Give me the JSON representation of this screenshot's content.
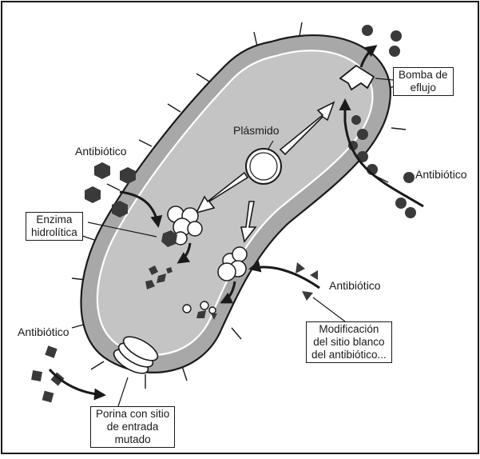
{
  "labels": {
    "plasmid": "Plásmido",
    "antibiotic_top_left": "Antibiótico",
    "antibiotic_right": "Antibiótico",
    "antibiotic_middle_right": "Antibiótico",
    "antibiotic_bottom_left": "Antibiótico"
  },
  "boxes": {
    "efflux_pump": [
      "Bomba de",
      "eflujo"
    ],
    "hydrolytic_enzyme": [
      "Enzima",
      "hidrolítica"
    ],
    "target_modification": [
      "Modificación",
      "del sitio blanco",
      "del antibiótico..."
    ],
    "porin": [
      "Porina con sitio",
      "de entrada",
      "mutado"
    ]
  },
  "colors": {
    "outline": "#1a1a1a",
    "cell_outer": "#a8a8a8",
    "cell_inner": "#c4c4c4",
    "molecule": "#3a3a3a"
  }
}
